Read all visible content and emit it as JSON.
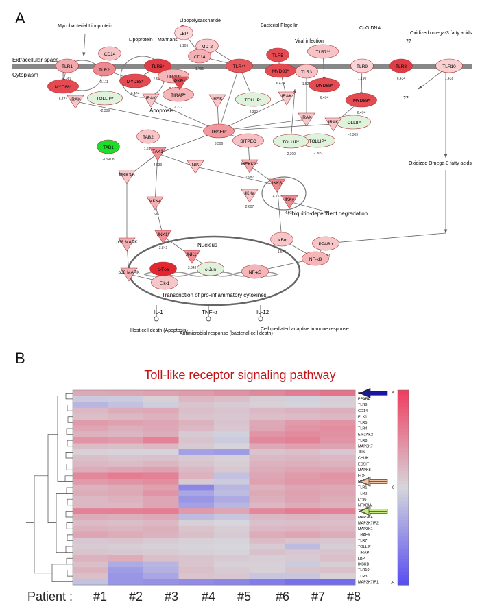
{
  "panel_a": {
    "letter": "A"
  },
  "panel_b": {
    "letter": "B",
    "title": "Toll-like receptor signaling pathway"
  },
  "membrane": {
    "outside": "Extracellular space",
    "inside": "Cytoplasm"
  },
  "nodes": [
    {
      "id": "tlr1",
      "label": "TLR1",
      "value": "2.389",
      "color": "#f2a9ad"
    },
    {
      "id": "cd14a",
      "label": "CD14",
      "value": "",
      "color": "#f6c3c6"
    },
    {
      "id": "tlr2",
      "label": "TLR2",
      "value": "3.111",
      "color": "#ec8a90"
    },
    {
      "id": "tlr6",
      "label": "TLR6*",
      "value": "7.632",
      "color": "#e23b44"
    },
    {
      "id": "myd88a",
      "label": "MYD88*",
      "value": "6.474",
      "color": "#e44a52"
    },
    {
      "id": "myd88b",
      "label": "MYD88*",
      "value": "6.474",
      "color": "#e44a52"
    },
    {
      "id": "lbp",
      "label": "LBP",
      "value": "1.105",
      "color": "#fad7d9"
    },
    {
      "id": "md2",
      "label": "MD-2",
      "value": "",
      "color": "#f6c9cc"
    },
    {
      "id": "cd14b",
      "label": "CD14",
      "value": "1.731",
      "color": "#f3b1b5"
    },
    {
      "id": "tlr4",
      "label": "TLR4*",
      "value": "",
      "color": "#e6565d"
    },
    {
      "id": "tlr5",
      "label": "TLR5",
      "value": "6.372",
      "color": "#e34a52"
    },
    {
      "id": "tlr7",
      "label": "TLR7**",
      "value": "",
      "color": "#f6c3c6"
    },
    {
      "id": "tlr3",
      "label": "TLR3",
      "value": "1.521",
      "color": "#f6c3c6"
    },
    {
      "id": "tlr9",
      "label": "TLR9",
      "value": "1.190",
      "color": "#f9d3d5"
    },
    {
      "id": "tlr8",
      "label": "TLR8",
      "value": "6.434",
      "color": "#e13d46"
    },
    {
      "id": "tlr10",
      "label": "TLR10",
      "value": "1.438",
      "color": "#f8d0d2"
    },
    {
      "id": "myd88c",
      "label": "MYD88*",
      "value": "6.474",
      "color": "#e44a52"
    },
    {
      "id": "myd88d",
      "label": "MYD88*",
      "value": "6.474",
      "color": "#e44a52"
    },
    {
      "id": "myd88e",
      "label": "MYD88*",
      "value": "6.474",
      "color": "#e44a52"
    },
    {
      "id": "tirap1",
      "label": "TIRAP*",
      "value": "2.277",
      "color": "#f4b6b9"
    },
    {
      "id": "tirap2",
      "label": "TIRAP*",
      "value": "2.277",
      "color": "#f4b6b9"
    },
    {
      "id": "tollip1",
      "label": "TOLLIP*",
      "value": "-2.309",
      "color": "#dff2dc"
    },
    {
      "id": "tollip2",
      "label": "TOLLIP*",
      "value": "-2.309",
      "color": "#dff2dc"
    },
    {
      "id": "tollip3",
      "label": "TOLLIP*",
      "value": "-2.309",
      "color": "#dff2dc"
    },
    {
      "id": "tollip4",
      "label": "TOLLIP*",
      "value": "-2.309",
      "color": "#dff2dc"
    },
    {
      "id": "tollip5",
      "label": "TOLLIP*",
      "value": "-2.309",
      "color": "#dff2dc"
    },
    {
      "id": "traf6",
      "label": "TRAF6*",
      "value": "3.506",
      "color": "#f0989d"
    },
    {
      "id": "sitpec",
      "label": "SITPEC",
      "value": "",
      "color": "#f5c1c4"
    },
    {
      "id": "tab1",
      "label": "TAB1",
      "value": "-18.408",
      "color": "#1edc2a"
    },
    {
      "id": "tab2",
      "label": "TAB2",
      "value": "1.609",
      "color": "#f6c6c9"
    },
    {
      "id": "tak1",
      "label": "TAK1",
      "value": "4.939",
      "color": "#ef8e94"
    },
    {
      "id": "mekk1",
      "label": "MEKK1*",
      "value": "2.987",
      "color": "#f2a6aa"
    },
    {
      "id": "ikbkb",
      "label": "IKKβ",
      "value": "4.151",
      "color": "#ec8a90"
    },
    {
      "id": "ikky",
      "label": "IKKγ",
      "value": "4.014",
      "color": "#ec8a90"
    },
    {
      "id": "ikba",
      "label": "IκBα",
      "value": "1.576",
      "color": "#f6c6c9"
    },
    {
      "id": "ppara",
      "label": "PPARα",
      "value": "1.424",
      "color": "#f6c6c9"
    },
    {
      "id": "nfkb1",
      "label": "NF-κB",
      "value": "",
      "color": "#f4b6b9"
    },
    {
      "id": "nfkb2",
      "label": "NF-κB",
      "value": "",
      "color": "#f4b6b9"
    },
    {
      "id": "mkk4",
      "label": "MKK4",
      "value": "1.586",
      "color": "#f3b0b4"
    },
    {
      "id": "jnk1a",
      "label": "JNK1*",
      "value": "3.843",
      "color": "#ef8e94"
    },
    {
      "id": "jnk1b",
      "label": "JNK1*",
      "value": "3.843",
      "color": "#ef8e94"
    },
    {
      "id": "cfos",
      "label": "c-Fos",
      "value": "",
      "color": "#e3262f"
    },
    {
      "id": "cjun",
      "label": "c-Jun",
      "value": "",
      "color": "#dff2dc"
    },
    {
      "id": "elk1",
      "label": "Elk-1",
      "value": "",
      "color": "#f6c6c9"
    },
    {
      "id": "p38a",
      "label": "p38 MAPK",
      "value": "",
      "color": "#f3b0b4"
    },
    {
      "id": "p38b",
      "label": "p38 MAPK",
      "value": "",
      "color": "#f3b0b4"
    },
    {
      "id": "irak1",
      "label": "IRAK",
      "value": "",
      "color": "#f6c6c9"
    },
    {
      "id": "irak2",
      "label": "IRAK",
      "value": "",
      "color": "#f6c6c9"
    },
    {
      "id": "irak3",
      "label": "IRAK",
      "value": "",
      "color": "#f6c6c9"
    },
    {
      "id": "irak4",
      "label": "IRAK",
      "value": "",
      "color": "#f6c6c9"
    },
    {
      "id": "irak5",
      "label": "IRAK",
      "value": "",
      "color": "#f6c6c9"
    },
    {
      "id": "irak6",
      "label": "IRAK",
      "value": "",
      "color": "#f6c6c9"
    },
    {
      "id": "pkr",
      "label": "PKR*",
      "value": "6.222",
      "color": "#e34a52"
    },
    {
      "id": "nik",
      "label": "NIK",
      "value": "",
      "color": "#f6c6c9"
    },
    {
      "id": "mkk36",
      "label": "MKK3/6",
      "value": "",
      "color": "#f6c6c9"
    },
    {
      "id": "ikkexx",
      "label": "IKKε",
      "value": "2.607",
      "color": "#f6c6c9"
    }
  ],
  "ligands": {
    "myco": "Mycobacterial Lipoprotein",
    "lipoprotein": "Lipoprotein",
    "mannans": "Mannans",
    "lps": "Lipopolysaccharide",
    "flagellin": "Bacterial Flagellin",
    "viral": "Viral infection",
    "cpg": "CpG DNA",
    "omega_top": "Oxidized omega-3 fatty acids",
    "omega_bottom": "Oxidized Omega-3 fatty acids",
    "qq1": "??",
    "qq2": "??"
  },
  "labels": {
    "apoptosis": "Apoptosis",
    "nucleus": "Nucleus",
    "ubiquitin": "Ubiquitin-dependent degradation",
    "transcription": "Transcription of pro-inflammatory cytokines",
    "il1": "IL-1",
    "tnf": "TNF-α",
    "il12": "IL-12",
    "out1": "Host cell death (Apoptosis)",
    "out2": "Antimicrobial response (bacterial cell death)",
    "out3": "Cell mediated adaptive immune response"
  },
  "chart_data": {
    "type": "heatmap",
    "title": "Toll-like receptor signaling pathway",
    "columns": [
      "#1",
      "#2",
      "#3",
      "#4",
      "#5",
      "#6",
      "#7",
      "#8"
    ],
    "rows": [
      "IKBKG",
      "PPARA",
      "TLR9",
      "CD14",
      "ELK1",
      "TLR5",
      "TLR4",
      "EIF2AK2",
      "TLR8",
      "MAP3K7",
      "JUN",
      "CHUK",
      "ECSIT",
      "MAPK8",
      "FOS",
      "MYD88",
      "TLR1",
      "TLR2",
      "LY96",
      "NFKBIA",
      "TLR6",
      "MAP2K4",
      "MAP3K7IP2",
      "MAP3K1",
      "TRAF6",
      "TLR7",
      "TOLLIP",
      "TIRAP",
      "LBP",
      "IKBKB",
      "TLR10",
      "TLR3",
      "MAP3K7IP1"
    ],
    "colorbar": {
      "max": 5,
      "mid": 0,
      "min": -5,
      "max_label": "5",
      "mid_label": "0",
      "min_label": "-5"
    },
    "arrows": [
      {
        "row": "IKBKG",
        "color": "#1a1aa8"
      },
      {
        "row": "MYD88",
        "color": "#f2c2a2"
      },
      {
        "row": "TLR6",
        "color": "#c8ec7a"
      }
    ],
    "values": [
      [
        1.5,
        1.6,
        1.8,
        2.0,
        2.3,
        2.6,
        3.0,
        3.3
      ],
      [
        -0.5,
        -0.4,
        0.2,
        1.0,
        0.8,
        0.3,
        -0.2,
        0.3
      ],
      [
        -1.2,
        -0.8,
        -0.3,
        0.6,
        0.4,
        0.2,
        -0.1,
        0.2
      ],
      [
        1.0,
        1.4,
        1.5,
        0.8,
        0.6,
        1.0,
        1.2,
        1.3
      ],
      [
        0.8,
        1.0,
        1.2,
        0.6,
        0.5,
        0.8,
        0.9,
        1.0
      ],
      [
        2.0,
        1.8,
        1.6,
        1.2,
        0.6,
        1.5,
        2.0,
        2.2
      ],
      [
        1.6,
        1.3,
        1.5,
        1.0,
        0.5,
        1.6,
        2.2,
        2.4
      ],
      [
        1.2,
        1.1,
        1.4,
        0.4,
        -0.2,
        2.2,
        2.5,
        2.3
      ],
      [
        2.2,
        2.0,
        2.8,
        0.6,
        -0.4,
        2.6,
        2.8,
        2.2
      ],
      [
        0.9,
        0.8,
        1.0,
        0.4,
        0.1,
        1.5,
        1.8,
        1.7
      ],
      [
        0.2,
        0.1,
        0.1,
        -2.0,
        -2.2,
        0.6,
        0.8,
        0.5
      ],
      [
        0.8,
        0.6,
        0.7,
        0.4,
        0.2,
        1.0,
        1.1,
        1.0
      ],
      [
        1.0,
        0.9,
        1.1,
        0.6,
        0.3,
        1.2,
        1.3,
        1.2
      ],
      [
        1.4,
        1.6,
        1.8,
        1.0,
        0.5,
        1.4,
        1.6,
        1.6
      ],
      [
        2.6,
        3.0,
        2.8,
        1.2,
        -0.8,
        1.6,
        2.0,
        2.2
      ],
      [
        2.0,
        2.2,
        2.4,
        0.4,
        -0.4,
        1.8,
        2.1,
        2.1
      ],
      [
        1.2,
        1.4,
        1.8,
        -3.0,
        -1.2,
        1.2,
        1.6,
        1.5
      ],
      [
        1.4,
        1.5,
        2.2,
        -1.8,
        -1.0,
        1.5,
        1.8,
        1.6
      ],
      [
        1.0,
        1.2,
        1.6,
        -2.4,
        -1.6,
        1.3,
        1.7,
        1.4
      ],
      [
        1.0,
        1.0,
        1.6,
        -2.0,
        -1.2,
        1.0,
        1.4,
        1.2
      ],
      [
        2.8,
        2.9,
        3.0,
        2.0,
        1.6,
        2.6,
        3.0,
        2.8
      ],
      [
        1.4,
        1.3,
        1.5,
        -1.0,
        -0.6,
        1.0,
        1.1,
        1.0
      ],
      [
        0.9,
        0.8,
        1.0,
        0.2,
        0.0,
        0.7,
        0.8,
        0.8
      ],
      [
        1.2,
        1.1,
        1.3,
        0.6,
        0.3,
        1.0,
        1.1,
        1.0
      ],
      [
        1.6,
        1.4,
        1.2,
        0.8,
        0.4,
        1.4,
        1.6,
        1.4
      ],
      [
        0.5,
        0.6,
        0.4,
        0.2,
        0.1,
        0.9,
        0.6,
        0.5
      ],
      [
        0.4,
        0.3,
        0.2,
        0.1,
        0.0,
        0.4,
        -1.0,
        0.3
      ],
      [
        0.6,
        0.5,
        0.4,
        0.2,
        0.1,
        0.7,
        0.5,
        0.6
      ],
      [
        1.2,
        1.4,
        0.8,
        0.6,
        0.4,
        0.3,
        0.4,
        0.8
      ],
      [
        0.8,
        -1.6,
        -1.2,
        0.6,
        0.2,
        0.2,
        -0.4,
        0.3
      ],
      [
        1.2,
        -2.2,
        -1.4,
        0.8,
        0.4,
        0.2,
        0.6,
        0.8
      ],
      [
        0.8,
        -2.4,
        -1.8,
        0.6,
        0.5,
        -0.6,
        -0.6,
        0.2
      ],
      [
        -0.8,
        -2.4,
        -2.6,
        -2.8,
        -3.0,
        -3.4,
        -3.8,
        -4.0
      ]
    ]
  },
  "patients": {
    "prefix": "Patient :",
    "numbers": [
      "#1",
      "#2",
      "#3",
      "#4",
      "#5",
      "#6",
      "#7",
      "#8"
    ]
  }
}
